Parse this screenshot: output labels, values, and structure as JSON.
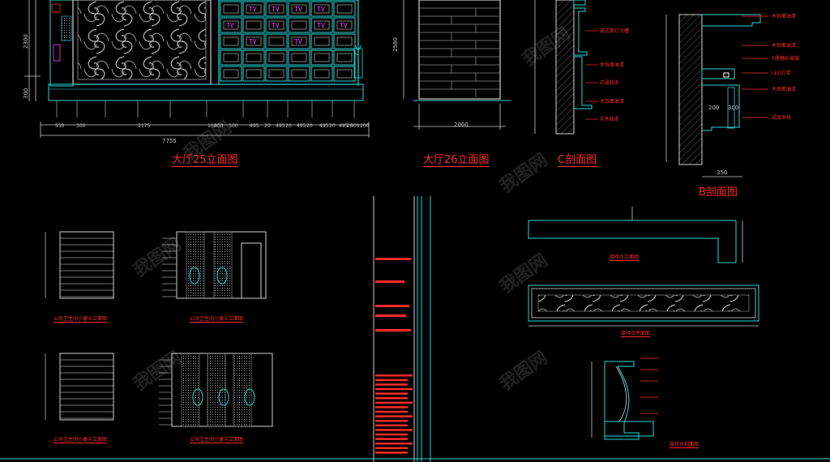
{
  "titles": {
    "hall25": "大厅25立面图",
    "hall26": "大厅26立面图",
    "sectionC": "C剖面图",
    "sectionB": "B剖面图"
  },
  "hall25": {
    "dims_bottom": [
      "550",
      "300",
      "2175",
      "100",
      "300",
      "500",
      "495",
      "20",
      "495",
      "20",
      "495",
      "20",
      "495",
      "20",
      "495",
      "20",
      "500",
      "200"
    ],
    "dim_total": "7755",
    "dims_left": [
      "2300",
      "300"
    ],
    "tv_label": "TV"
  },
  "hall26": {
    "dim_bottom": "2000",
    "dim_left": "2580"
  },
  "sectionC": {
    "notes": [
      "嵌式筒灯光槽",
      "木饰面油漆",
      "石膏线条",
      "木饰面油漆",
      "实木线条"
    ]
  },
  "sectionB": {
    "notes": [
      "木饰面油漆",
      "木饰面油漆",
      "5厘磨砂玻璃",
      "LED灯带",
      "木饰面油漆",
      "成品木线"
    ],
    "dims": [
      "200",
      "300",
      "350"
    ]
  },
  "small_drawings": {
    "t1": "公共卫生间小便斗立面图",
    "t2": "公共卫生间小便斗立面图",
    "t3": "公共卫生间小便斗立面图",
    "t4": "公共卫生间小便斗立面图",
    "reception_top": "接待台立面图",
    "reception_plan": "接待台平面图",
    "reception_section": "接待台剖面图"
  },
  "watermark": "我图网",
  "colors": {
    "cyan": "#22d8d8",
    "red": "#ff2a2a",
    "magenta": "#ff3bff",
    "white": "#ffffff",
    "gray": "#9a9a9a"
  }
}
